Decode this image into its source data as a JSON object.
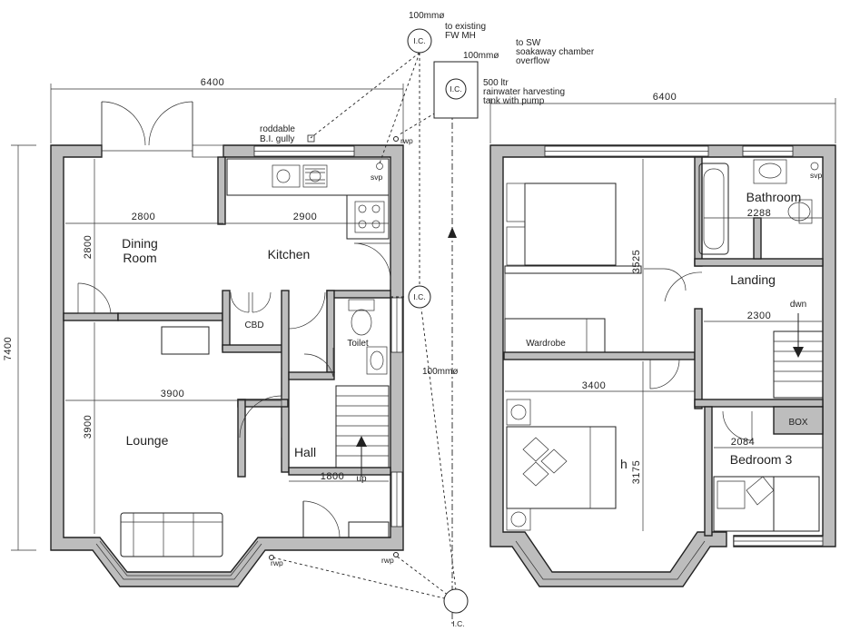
{
  "ground_floor": {
    "rooms": {
      "dining_line1": "Dining",
      "dining_line2": "Room",
      "kitchen": "Kitchen",
      "lounge": "Lounge",
      "hall": "Hall",
      "toilet": "Toilet",
      "cbd": "CBD",
      "up": "up"
    },
    "dims": {
      "total_width": "6400",
      "total_depth": "7400",
      "dining_width": "2800",
      "dining_depth": "2800",
      "kitchen_width": "2900",
      "lounge_width": "3900",
      "lounge_depth": "3900",
      "hall_width": "1800"
    },
    "annotations": {
      "roddable_line1": "roddable",
      "roddable_line2": "B.I. gully",
      "svp": "svp",
      "rwp": "rwp",
      "rwp_left": "rwp",
      "rwp_right": "rwp"
    }
  },
  "drainage": {
    "pipe_top": "100mmø",
    "existing_line1": "to existing",
    "existing_line2": "FW MH",
    "pipe_mid": "100mmø",
    "sw_line1": "to SW",
    "sw_line2": "soakaway chamber",
    "sw_line3": "overflow",
    "tank_line1": "500 ltr",
    "tank_line2": "rainwater harvesting",
    "tank_line3": "tank with pump",
    "pipe_vertical": "100mmø",
    "ic": "I.C.",
    "ic_bottom": "I.C."
  },
  "first_floor": {
    "rooms": {
      "bathroom": "Bathroom",
      "landing": "Landing",
      "dwn": "dwn",
      "wardrobe": "Wardrobe",
      "box": "BOX",
      "bedroom3": "Bedroom 3",
      "bed1_partial": "h"
    },
    "dims": {
      "total_width": "6400",
      "bathroom_width": "2288",
      "landing_width": "2300",
      "bedroom_depth": "3525",
      "bedroom2_width": "3400",
      "bedroom2_depth": "3175",
      "bedroom3_width": "2084"
    },
    "annotations": {
      "svp": "svp"
    }
  }
}
